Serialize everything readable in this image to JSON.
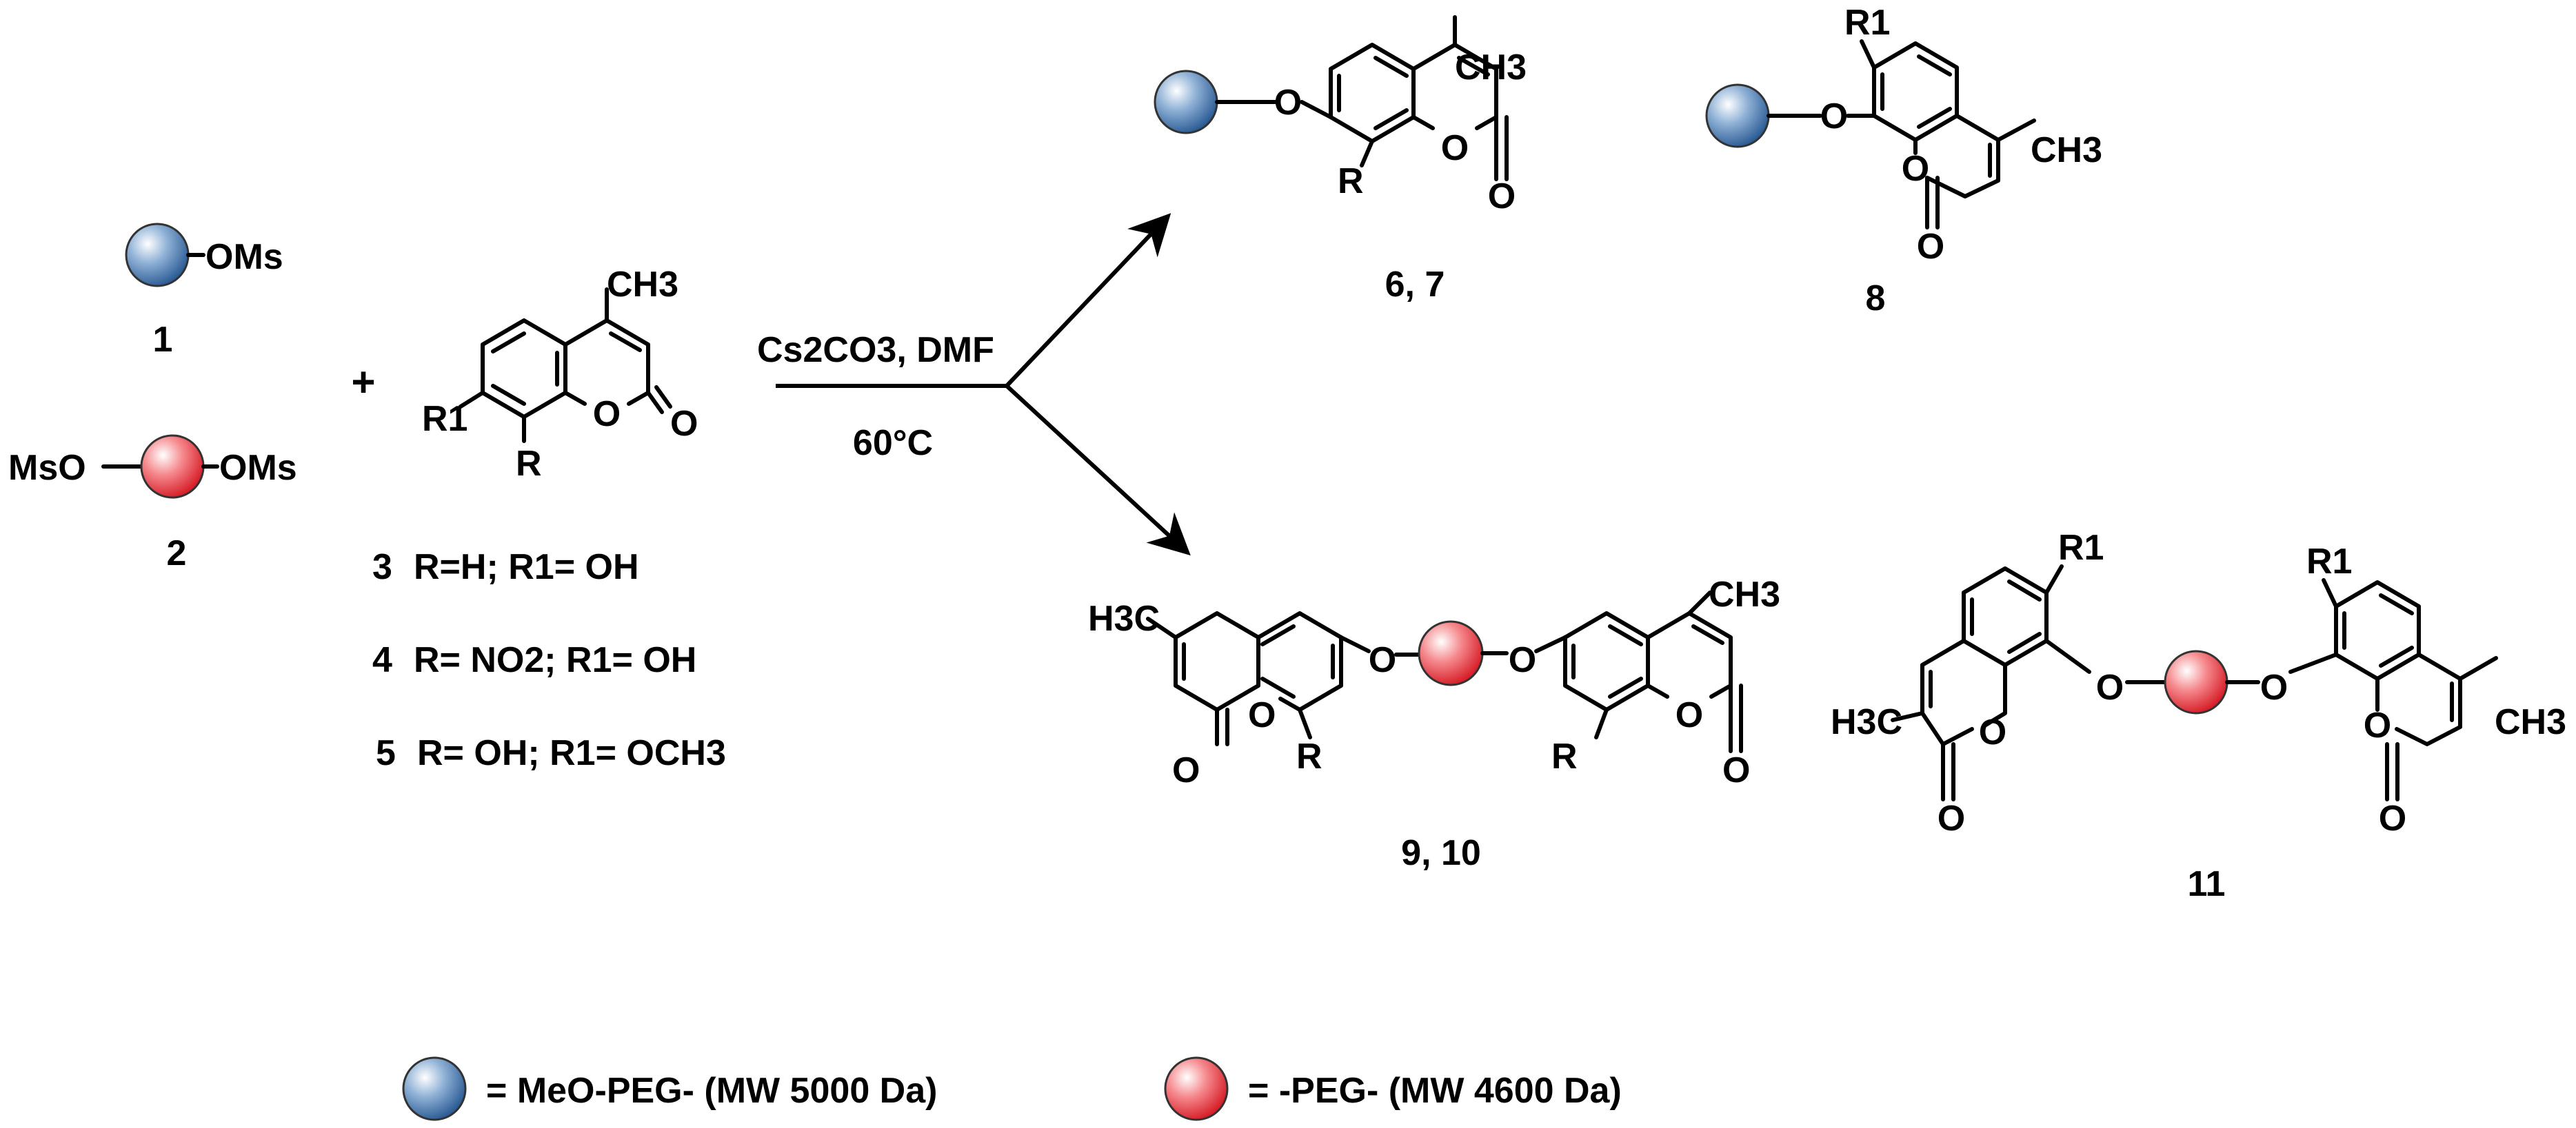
{
  "reagents": {
    "compound_1": {
      "number": "1",
      "group": "OMs"
    },
    "compound_2": {
      "left_group": "MsO",
      "right_group": "OMs",
      "number": "2"
    },
    "plus": "+",
    "coumarin": {
      "methyl": "CH3",
      "r1": "R1",
      "r": "R",
      "ring_o": "O",
      "carbonyl_o": "O"
    },
    "variants": [
      {
        "number": "3",
        "text": "R=H; R1= OH"
      },
      {
        "number": "4",
        "text": "R= NO2; R1= OH"
      },
      {
        "number": "5",
        "text": "R= OH; R1= OCH3"
      }
    ]
  },
  "conditions": {
    "reagents": "Cs2CO3, DMF",
    "temperature": "60°C"
  },
  "products": {
    "p67": {
      "label": "6, 7",
      "linker_o": "O",
      "methyl": "CH3",
      "r": "R"
    },
    "p8": {
      "label": "8",
      "linker_o": "O",
      "methyl": "CH3",
      "r1": "R1"
    },
    "p910": {
      "label": "9, 10",
      "methyl_left": "H3C",
      "methyl_right": "CH3",
      "r": "R"
    },
    "p11": {
      "label": "11",
      "methyl_left": "H3C",
      "methyl_right": "CH3",
      "r1": "R1"
    }
  },
  "legend": {
    "blue": {
      "text": "= MeO-PEG-  (MW 5000 Da)",
      "color": "#3f74b5"
    },
    "red": {
      "text": "= -PEG-  (MW 4600 Da)",
      "color": "#e8303a"
    }
  }
}
